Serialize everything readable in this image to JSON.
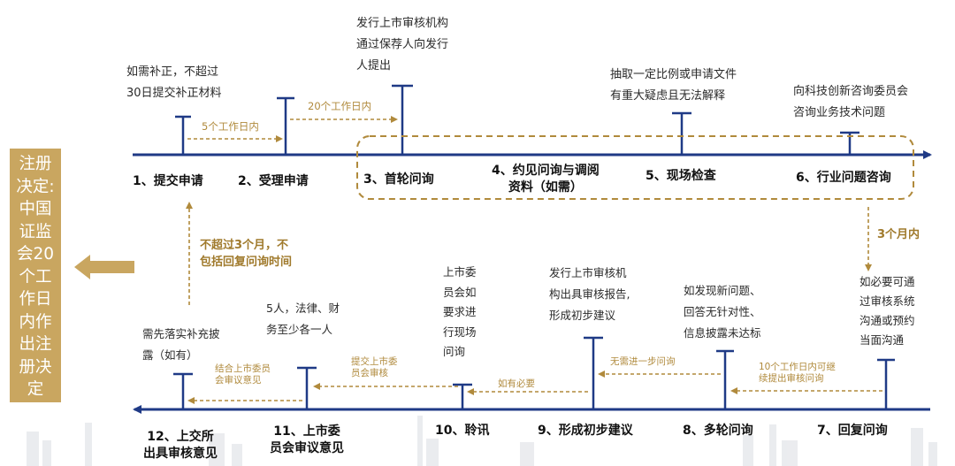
{
  "colors": {
    "navy": "#1f3a86",
    "gold": "#b08a3c",
    "gold_panel": "#c9a660",
    "text": "#1b1b1b"
  },
  "decision_box": {
    "text": "注册\n决定:\n中国\n证监\n会20\n个工\n作日\n内作\n出注\n册决\n定"
  },
  "top_steps": {
    "s1": "1、提交申请",
    "s2": "2、受理申请",
    "s3": "3、首轮问询",
    "s4_line1": "4、约见问询与调阅",
    "s4_line2": "资料（如需）",
    "s5": "5、现场检查",
    "s6": "6、行业问题咨询"
  },
  "top_notes": {
    "n1": [
      "如需补正，不超过",
      "30日提交补正材料"
    ],
    "n3": [
      "发行上市审核机构",
      "通过保荐人向发行",
      "人提出"
    ],
    "n5": [
      "抽取一定比例或申请文件",
      "有重大疑虑且无法解释"
    ],
    "n6": [
      "向科技创新咨询委员会",
      "咨询业务技术问题"
    ]
  },
  "top_arrows": {
    "a12": "5个工作日内",
    "a23": "20个工作日内"
  },
  "right_link": "3个月内",
  "left_link": [
    "不超过3个月，不",
    "包括回复问询时间"
  ],
  "bottom_steps": {
    "s7": "7、回复问询",
    "s8": "8、多轮问询",
    "s9": "9、形成初步建议",
    "s10": "10、聆讯",
    "s11_line1": "11、上市委",
    "s11_line2": "员会审议意见",
    "s12_line1": "12、上交所",
    "s12_line2": "出具审核意见"
  },
  "bottom_notes": {
    "n7": [
      "如必要可通",
      "过审核系统",
      "沟通或预约",
      "当面沟通"
    ],
    "n8": [
      "如发现新问题、",
      "回答无针对性、",
      "信息披露未达标"
    ],
    "n9": [
      "发行上市审核机",
      "构出具审核报告,",
      "形成初步建议"
    ],
    "n10": [
      "上市委",
      "员会如",
      "要求进",
      "行现场",
      "问询"
    ],
    "n11": [
      "5人，法律、财",
      "务至少各一人"
    ],
    "n12": [
      "需先落实补充披",
      "露（如有）"
    ]
  },
  "bottom_arrows": {
    "a78": [
      "10个工作日内可继",
      "续提出审核问询"
    ],
    "a89": "无需进一步问询",
    "a910": "如有必要",
    "a1011": [
      "提交上市委",
      "员会审核"
    ],
    "a1112": [
      "结合上市委员",
      "会审议意见"
    ]
  }
}
